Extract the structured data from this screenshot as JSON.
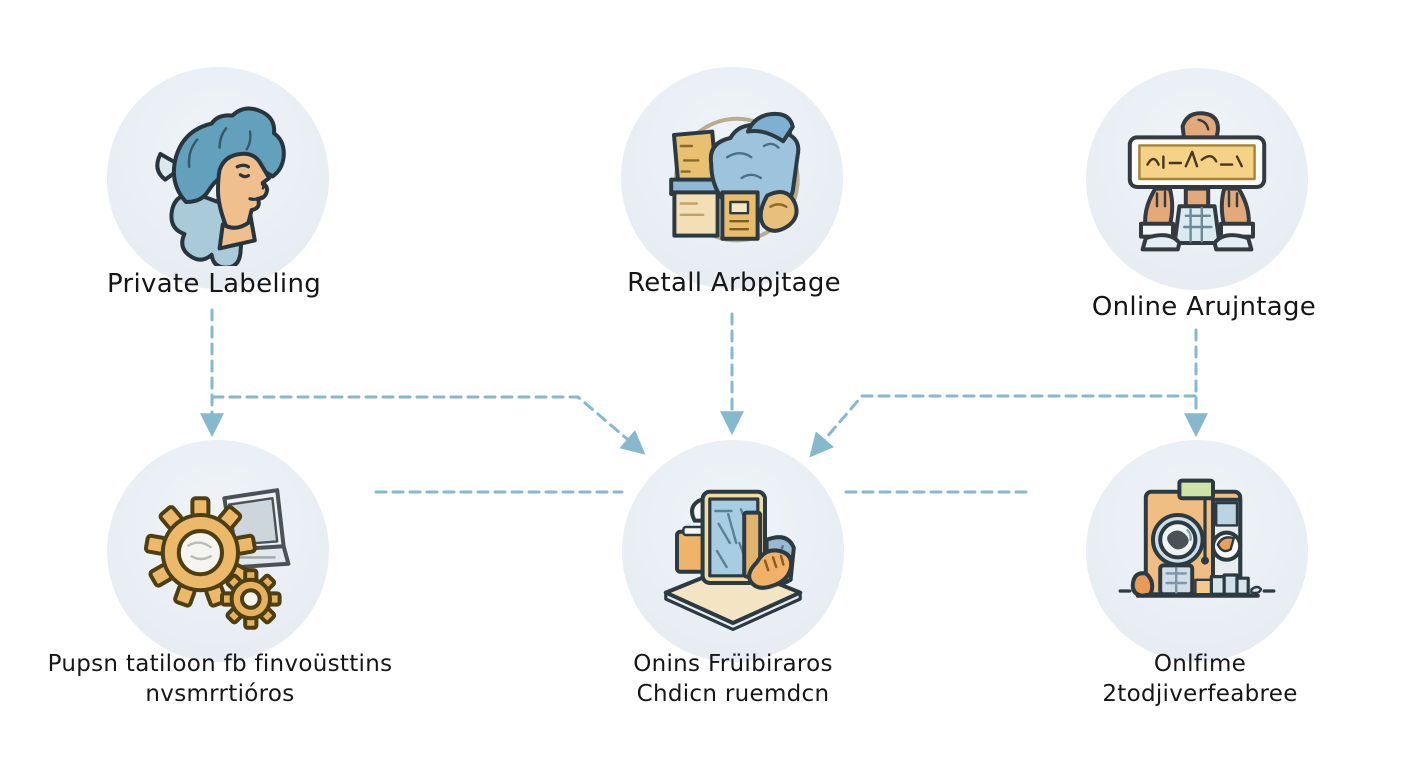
{
  "diagram": {
    "colors": {
      "background": "#ffffff",
      "circle_fill": "#e7edf3",
      "arrow": "#86b9ce",
      "label_text": "#161616"
    },
    "nodes": [
      {
        "id": "private-labeling",
        "label": "Private Labeling",
        "icon": "woman-profile-wig-icon"
      },
      {
        "id": "retail-arbitrage",
        "label": "Retall Arbpjtage",
        "icon": "packages-pile-icon"
      },
      {
        "id": "online-arbitrage",
        "label": "Online Arujntage",
        "icon": "hands-holding-screen-icon"
      },
      {
        "id": "prep-automation",
        "label": "Pupsn tatiloon fb finvoüsttins\nnvsmrrtióros",
        "icon": "gears-laptop-icon"
      },
      {
        "id": "online-marketplace",
        "label": "Onins Früibiraros\nChdicn ruemdcn",
        "icon": "tablet-stand-icon"
      },
      {
        "id": "online-storefront",
        "label": "Onlfime\n2todjiverfeabree",
        "icon": "storefront-icon"
      }
    ],
    "connections": [
      {
        "from": "private-labeling",
        "to": "prep-automation",
        "style": "dashed-arrow-down"
      },
      {
        "from": "private-labeling",
        "to": "online-marketplace",
        "style": "dashed-arrow-elbow"
      },
      {
        "from": "retail-arbitrage",
        "to": "online-marketplace",
        "style": "dashed-arrow-down"
      },
      {
        "from": "online-arbitrage",
        "to": "online-marketplace",
        "style": "dashed-arrow-elbow"
      },
      {
        "from": "online-arbitrage",
        "to": "online-storefront",
        "style": "dashed-arrow-down"
      },
      {
        "from": "prep-automation",
        "to": "online-marketplace",
        "style": "dashed-line"
      },
      {
        "from": "online-marketplace",
        "to": "online-storefront",
        "style": "dashed-line"
      }
    ]
  }
}
